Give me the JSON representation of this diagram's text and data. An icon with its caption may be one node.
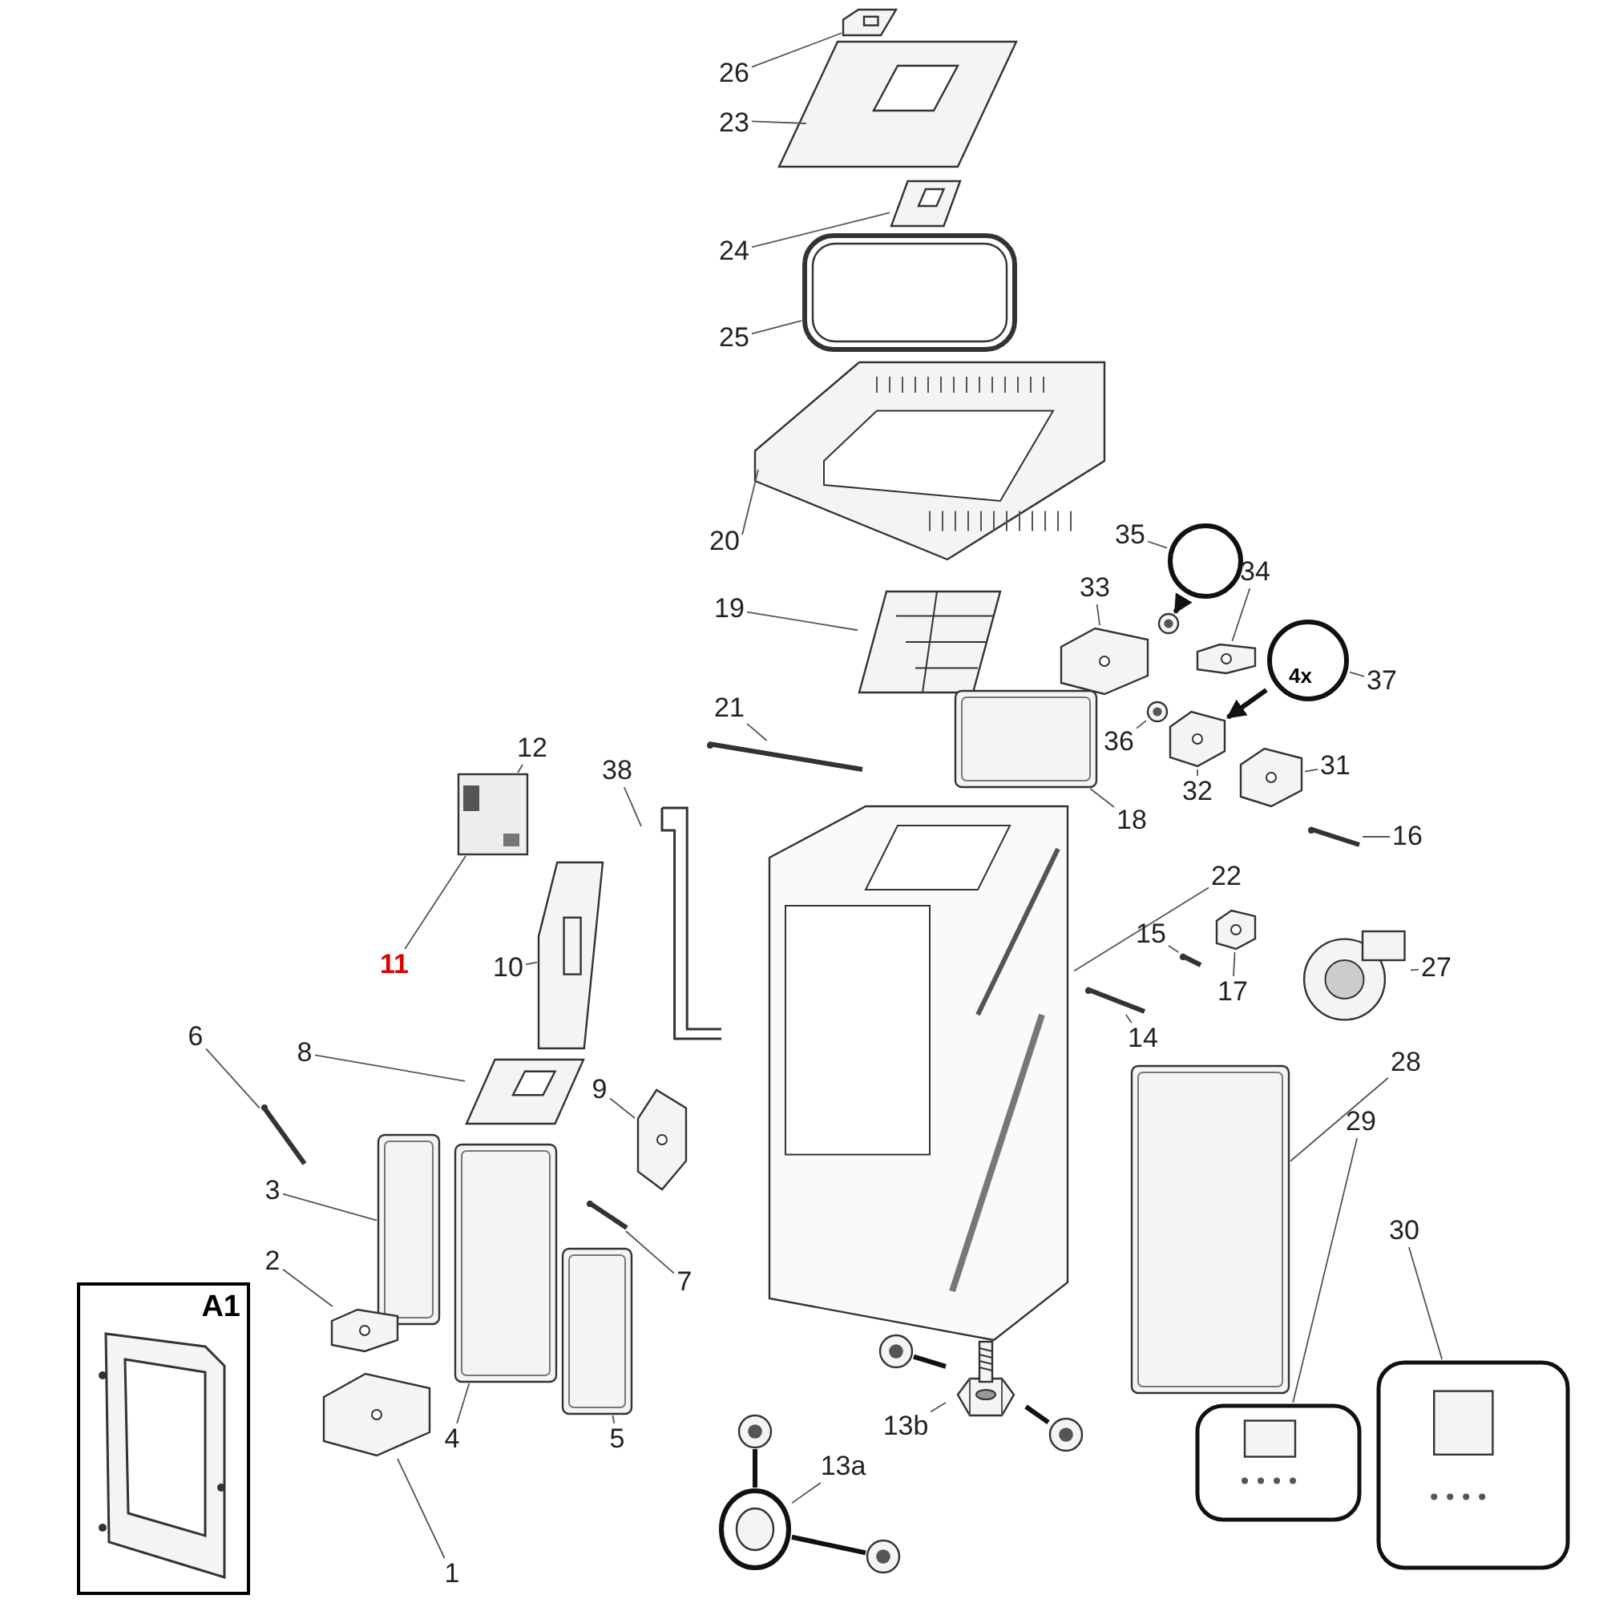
{
  "diagram": {
    "nodes": [
      {
        "text": [
          "26"
        ]
      },
      {
        "text": [],
        "shape": "picture"
      },
      {
        "text": [
          "23"
        ]
      },
      {
        "text": [],
        "shape": "picture"
      },
      {
        "text": [
          "24"
        ]
      },
      {
        "text": [],
        "shape": "picture"
      },
      {
        "text": [
          "25"
        ]
      },
      {
        "text": [],
        "shape": "picture"
      },
      {
        "text": [
          "20"
        ]
      },
      {
        "text": [],
        "shape": "picture"
      },
      {
        "text": [
          "35"
        ]
      },
      {
        "text": [],
        "shape": "circle"
      },
      {
        "text": [],
        "shape": "picture"
      },
      {
        "text": [
          "34"
        ]
      },
      {
        "text": [],
        "shape": "picture"
      },
      {
        "text": [
          "33"
        ]
      },
      {
        "text": [],
        "shape": "picture"
      },
      {
        "text": [
          "19"
        ]
      },
      {
        "text": [],
        "shape": "picture"
      },
      {
        "text": [
          "37"
        ]
      },
      {
        "text": [],
        "shape": "circle"
      },
      {
        "text": [
          "36"
        ]
      },
      {
        "text": [],
        "shape": "picture"
      },
      {
        "text": [
          "32"
        ]
      },
      {
        "text": [],
        "shape": "picture"
      },
      {
        "text": [
          "31"
        ]
      },
      {
        "text": [],
        "shape": "picture"
      },
      {
        "text": [
          "18"
        ]
      },
      {
        "text": [],
        "shape": "picture"
      },
      {
        "text": [
          "21"
        ]
      },
      {
        "text": [],
        "shape": "bar"
      },
      {
        "text": [
          "16"
        ]
      },
      {
        "text": [],
        "shape": "bar"
      },
      {
        "text": [
          "12"
        ]
      },
      {
        "text": [],
        "shape": "picture"
      },
      {
        "text": [
          "11"
        ]
      },
      {
        "text": [
          "38"
        ]
      },
      {
        "text": [],
        "shape": "picture"
      },
      {
        "text": [
          "22"
        ]
      },
      {
        "text": [],
        "shape": "picture"
      },
      {
        "text": [
          "10"
        ]
      },
      {
        "text": [],
        "shape": "picture"
      },
      {
        "text": [
          "15"
        ]
      },
      {
        "text": [],
        "shape": "bar"
      },
      {
        "text": [
          "17"
        ]
      },
      {
        "text": [],
        "shape": "picture"
      },
      {
        "text": [
          "14"
        ]
      },
      {
        "text": [],
        "shape": "bar"
      },
      {
        "text": [
          "27"
        ]
      },
      {
        "text": [],
        "shape": "picture"
      },
      {
        "text": [
          "6"
        ]
      },
      {
        "text": [],
        "shape": "bar"
      },
      {
        "text": [
          "8"
        ]
      },
      {
        "text": [],
        "shape": "picture"
      },
      {
        "text": [
          "9"
        ]
      },
      {
        "text": [],
        "shape": "picture"
      },
      {
        "text": [
          "28"
        ]
      },
      {
        "text": [],
        "shape": "picture"
      },
      {
        "text": [
          "3"
        ]
      },
      {
        "text": [],
        "shape": "picture"
      },
      {
        "text": [
          "29"
        ]
      },
      {
        "text": [],
        "shape": "picture"
      },
      {
        "text": [
          "7"
        ]
      },
      {
        "text": [],
        "shape": "bar"
      },
      {
        "text": [
          "2"
        ]
      },
      {
        "text": [],
        "shape": "picture"
      },
      {
        "text": [
          "30"
        ]
      },
      {
        "text": [],
        "shape": "picture"
      },
      {
        "text": [
          "13b"
        ]
      },
      {
        "text": [],
        "shape": "picture"
      },
      {
        "text": [],
        "shape": "picture"
      },
      {
        "text": [],
        "shape": "picture"
      },
      {
        "text": [
          "4"
        ]
      },
      {
        "text": [],
        "shape": "picture"
      },
      {
        "text": [
          "5"
        ]
      },
      {
        "text": [],
        "shape": "picture"
      },
      {
        "text": [
          "13a"
        ]
      },
      {
        "text": [],
        "shape": "picture"
      },
      {
        "text": [],
        "shape": "picture"
      },
      {
        "text": [],
        "shape": "picture"
      },
      {
        "text": [
          "1"
        ]
      },
      {
        "text": [],
        "shape": "picture"
      },
      {
        "text": [
          "A1"
        ]
      }
    ],
    "edges": [
      {
        "from": 0,
        "to": 1,
        "arrow": "none"
      },
      {
        "from": 2,
        "to": 3,
        "arrow": "none"
      },
      {
        "from": 4,
        "to": 5,
        "arrow": "none"
      },
      {
        "from": 6,
        "to": 7,
        "arrow": "none"
      },
      {
        "from": 8,
        "to": 9,
        "arrow": "none"
      },
      {
        "from": 10,
        "to": 11,
        "arrow": "none"
      },
      {
        "from": 11,
        "to": 12,
        "arrow": "to",
        "style": "thick"
      },
      {
        "from": 13,
        "to": 14,
        "arrow": "none"
      },
      {
        "from": 15,
        "to": 16,
        "arrow": "none"
      },
      {
        "from": 17,
        "to": 18,
        "arrow": "none"
      },
      {
        "from": 19,
        "to": 20,
        "arrow": "none"
      },
      {
        "from": 20,
        "to": 24,
        "arrow": "to",
        "style": "thick"
      },
      {
        "from": 21,
        "to": 22,
        "arrow": "none"
      },
      {
        "from": 23,
        "to": 24,
        "arrow": "none"
      },
      {
        "from": 25,
        "to": 26,
        "arrow": "none"
      },
      {
        "from": 27,
        "to": 28,
        "arrow": "none"
      },
      {
        "from": 29,
        "to": 30,
        "arrow": "none"
      },
      {
        "from": 31,
        "to": 32,
        "arrow": "none"
      },
      {
        "from": 33,
        "to": 34,
        "arrow": "none"
      },
      {
        "from": 35,
        "to": 34,
        "arrow": "none"
      },
      {
        "from": 36,
        "to": 37,
        "arrow": "none"
      },
      {
        "from": 38,
        "to": 39,
        "arrow": "none"
      },
      {
        "from": 40,
        "to": 41,
        "arrow": "none"
      },
      {
        "from": 42,
        "to": 43,
        "arrow": "none"
      },
      {
        "from": 44,
        "to": 45,
        "arrow": "none"
      },
      {
        "from": 46,
        "to": 47,
        "arrow": "none"
      },
      {
        "from": 48,
        "to": 49,
        "arrow": "none"
      },
      {
        "from": 50,
        "to": 51,
        "arrow": "none"
      },
      {
        "from": 52,
        "to": 53,
        "arrow": "none"
      },
      {
        "from": 54,
        "to": 55,
        "arrow": "none"
      },
      {
        "from": 56,
        "to": 57,
        "arrow": "none"
      },
      {
        "from": 58,
        "to": 59,
        "arrow": "none"
      },
      {
        "from": 60,
        "to": 61,
        "arrow": "none"
      },
      {
        "from": 62,
        "to": 63,
        "arrow": "none"
      },
      {
        "from": 64,
        "to": 65,
        "arrow": "none"
      },
      {
        "from": 66,
        "to": 67,
        "arrow": "none"
      },
      {
        "from": 68,
        "to": 69,
        "arrow": "none"
      },
      {
        "from": 69,
        "to": 70,
        "arrow": "none",
        "style": "thick"
      },
      {
        "from": 69,
        "to": 71,
        "arrow": "none",
        "style": "thick"
      },
      {
        "from": 72,
        "to": 73,
        "arrow": "none"
      },
      {
        "from": 74,
        "to": 75,
        "arrow": "none"
      },
      {
        "from": 76,
        "to": 77,
        "arrow": "none"
      },
      {
        "from": 77,
        "to": 78,
        "arrow": "none",
        "style": "thick"
      },
      {
        "from": 77,
        "to": 79,
        "arrow": "none",
        "style": "thick"
      },
      {
        "from": 80,
        "to": 81,
        "arrow": "none"
      }
    ],
    "labels": [
      "4x"
    ]
  }
}
